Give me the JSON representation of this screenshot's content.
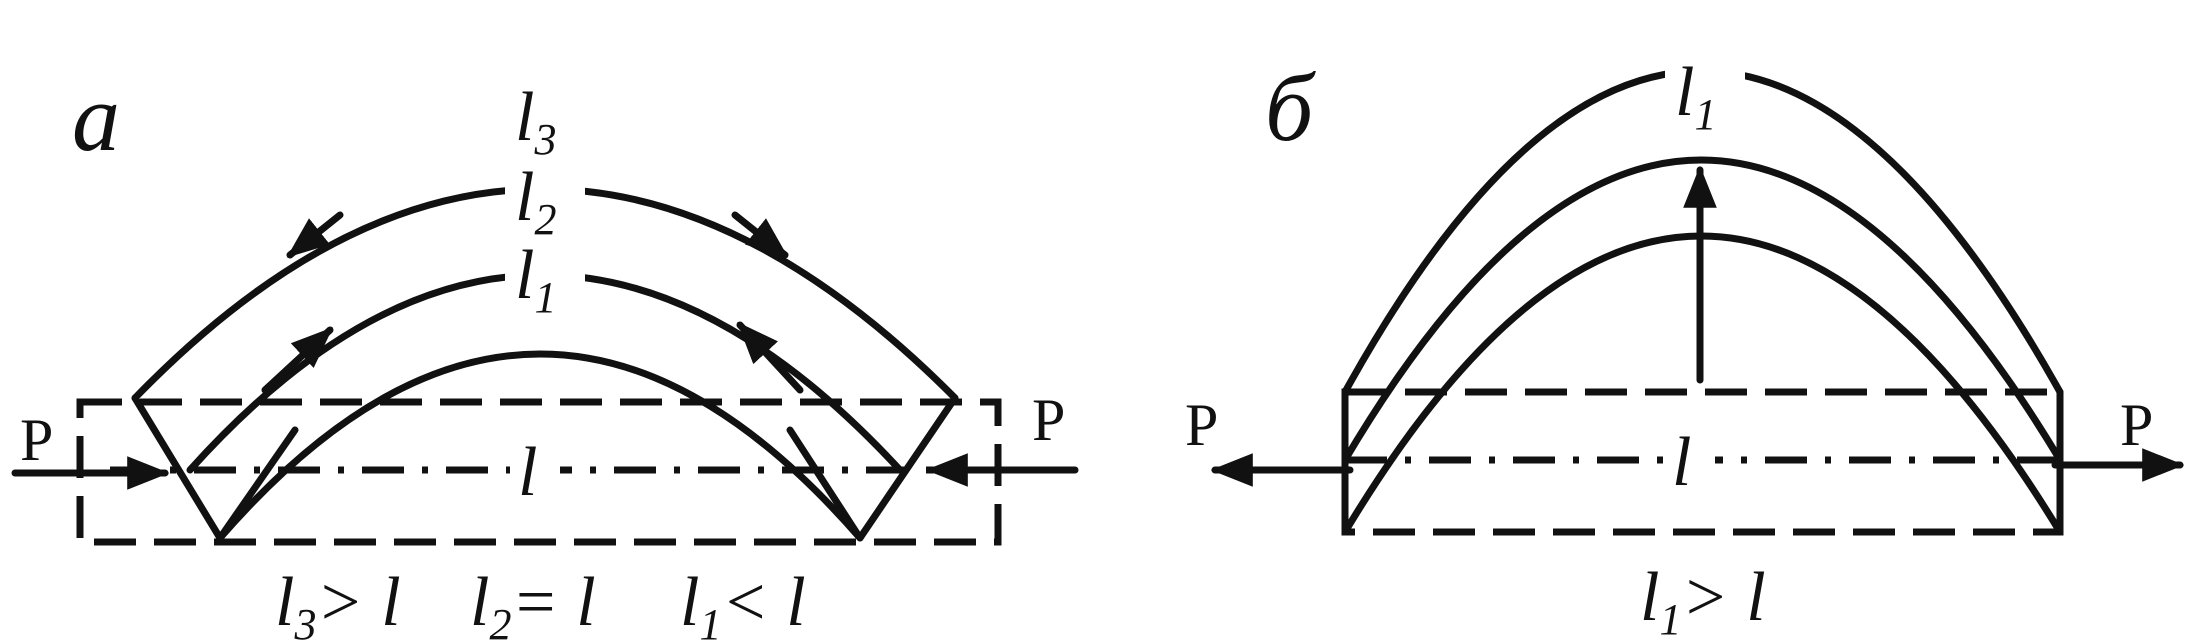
{
  "panel_a": {
    "label": "a",
    "force_left": "P",
    "force_right": "P",
    "arc_outer": {
      "letter": "l",
      "sub": "3"
    },
    "arc_middle": {
      "letter": "l",
      "sub": "2"
    },
    "arc_inner": {
      "letter": "l",
      "sub": "1"
    },
    "base": {
      "letter": "l"
    },
    "captions": [
      {
        "letter": "l",
        "sub": "3",
        "relation": "> l"
      },
      {
        "letter": "l",
        "sub": "2",
        "relation": "= l"
      },
      {
        "letter": "l",
        "sub": "1",
        "relation": "< l"
      }
    ]
  },
  "panel_b": {
    "label": "б",
    "force_left": "P",
    "force_right": "P",
    "arc_label": {
      "letter": "l",
      "sub": "1"
    },
    "base": {
      "letter": "l"
    },
    "caption": {
      "letter": "l",
      "sub": "1",
      "relation": "> l"
    }
  }
}
